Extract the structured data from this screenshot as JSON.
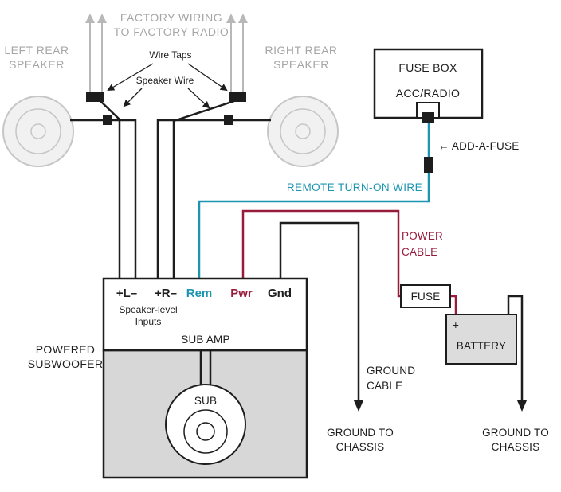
{
  "colors": {
    "gray_label": "#a6a6a6",
    "gray_wire": "#b8b8b8",
    "wire_black": "#1d1d1d",
    "remote_teal": "#1e95b0",
    "power_maroon": "#971b3a",
    "enclosure_fill": "#d7d7d7",
    "battery_fill": "#dcdcdc",
    "speaker_stroke": "#c6c6c6"
  },
  "factory": {
    "line1": "FACTORY WIRING",
    "line2": "TO FACTORY RADIO"
  },
  "left_speaker": {
    "line1": "LEFT REAR",
    "line2": "SPEAKER"
  },
  "right_speaker": {
    "line1": "RIGHT REAR",
    "line2": "SPEAKER"
  },
  "wire_taps_label": "Wire Taps",
  "speaker_wire_label": "Speaker Wire",
  "fuse_box": {
    "title": "FUSE BOX",
    "slot": "ACC/RADIO"
  },
  "add_a_fuse_label": "← ADD-A-FUSE",
  "remote_wire_label": "REMOTE TURN-ON WIRE",
  "power_cable": {
    "line1": "POWER",
    "line2": "CABLE"
  },
  "fuse_label": "FUSE",
  "battery": {
    "plus": "+",
    "minus": "–",
    "label": "BATTERY"
  },
  "amp": {
    "terminal_left": "+L–",
    "terminal_right": "+R–",
    "terminal_rem": "Rem",
    "terminal_pwr": "Pwr",
    "terminal_gnd": "Gnd",
    "inputs_line1": "Speaker-level",
    "inputs_line2": "Inputs",
    "title": "SUB AMP"
  },
  "powered_subwoofer": {
    "line1": "POWERED",
    "line2": "SUBWOOFER"
  },
  "sub_label": "SUB",
  "ground_cable": {
    "line1": "GROUND",
    "line2": "CABLE"
  },
  "ground_chassis_amp": {
    "line1": "GROUND TO",
    "line2": "CHASSIS"
  },
  "ground_chassis_battery": {
    "line1": "GROUND TO",
    "line2": "CHASSIS"
  }
}
